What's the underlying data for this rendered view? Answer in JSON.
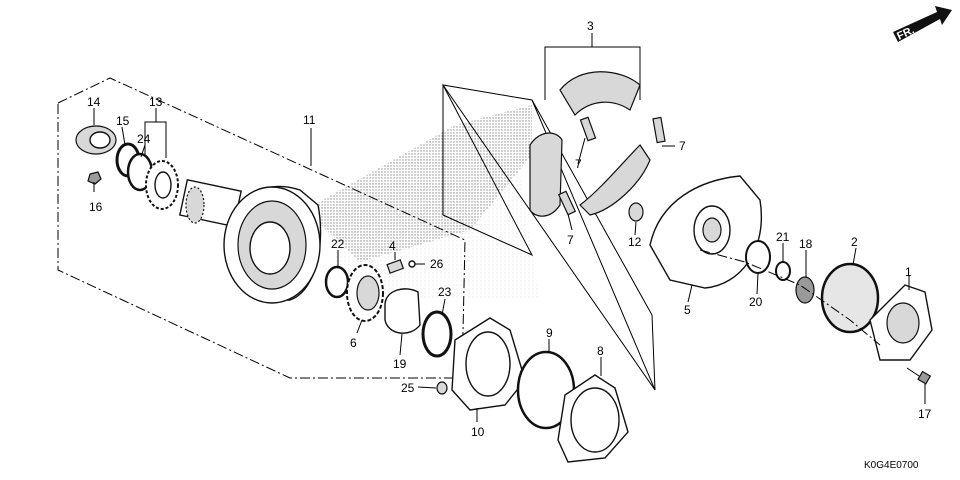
{
  "diagram": {
    "code": "K0G4E0700",
    "direction_label": "FR.",
    "parts": [
      {
        "id": "p1",
        "label": "1"
      },
      {
        "id": "p2",
        "label": "2"
      },
      {
        "id": "p3",
        "label": "3"
      },
      {
        "id": "p4",
        "label": "4"
      },
      {
        "id": "p5",
        "label": "5"
      },
      {
        "id": "p6",
        "label": "6"
      },
      {
        "id": "p7a",
        "label": "7"
      },
      {
        "id": "p7b",
        "label": "7"
      },
      {
        "id": "p7c",
        "label": "7"
      },
      {
        "id": "p8",
        "label": "8"
      },
      {
        "id": "p9",
        "label": "9"
      },
      {
        "id": "p10",
        "label": "10"
      },
      {
        "id": "p11",
        "label": "11"
      },
      {
        "id": "p12",
        "label": "12"
      },
      {
        "id": "p13",
        "label": "13"
      },
      {
        "id": "p14",
        "label": "14"
      },
      {
        "id": "p15",
        "label": "15"
      },
      {
        "id": "p16",
        "label": "16"
      },
      {
        "id": "p17",
        "label": "17"
      },
      {
        "id": "p18",
        "label": "18"
      },
      {
        "id": "p19",
        "label": "19"
      },
      {
        "id": "p20",
        "label": "20"
      },
      {
        "id": "p21",
        "label": "21"
      },
      {
        "id": "p22",
        "label": "22"
      },
      {
        "id": "p23",
        "label": "23"
      },
      {
        "id": "p24",
        "label": "24"
      },
      {
        "id": "p25",
        "label": "25"
      },
      {
        "id": "p26",
        "label": "26"
      }
    ]
  }
}
